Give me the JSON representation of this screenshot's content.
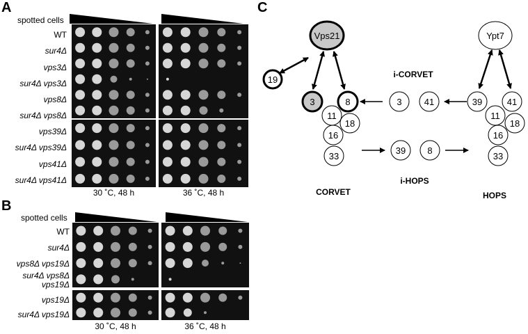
{
  "panels": {
    "A": {
      "letter": "A",
      "spot_header": "spotted cells",
      "rows": [
        "WT",
        "sur4Δ",
        "vps3Δ",
        "sur4Δ vps3Δ",
        "vps8Δ",
        "sur4Δ vps8Δ",
        "vps39Δ",
        "sur4Δ vps39Δ",
        "vps41Δ",
        "sur4Δ vps41Δ"
      ],
      "conditions": [
        "30 ˚C, 48 h",
        "36 ˚C, 48 h"
      ]
    },
    "B": {
      "letter": "B",
      "spot_header": "spotted cells",
      "rows": [
        "WT",
        "sur4Δ",
        "vps8Δ vps19Δ",
        "sur4Δ vps8Δ",
        "vps19Δ",
        "vps19Δ",
        "sur4Δ vps19Δ"
      ],
      "conditions": [
        "30 ˚C, 48 h",
        "36 ˚C, 48 h"
      ]
    },
    "C": {
      "letter": "C",
      "nodes": {
        "vps21": "Vps21",
        "ypt7": "Ypt7",
        "n19": "19",
        "corvet": [
          "3",
          "8",
          "11",
          "18",
          "16",
          "33"
        ],
        "icorvet": [
          "3",
          "41"
        ],
        "ihops": [
          "39",
          "8"
        ],
        "hops": [
          "39",
          "41",
          "11",
          "18",
          "16",
          "33"
        ]
      },
      "labels": {
        "icorvet": "i-CORVET",
        "ihops": "i-HOPS",
        "corvet": "CORVET",
        "hops": "HOPS"
      }
    }
  }
}
